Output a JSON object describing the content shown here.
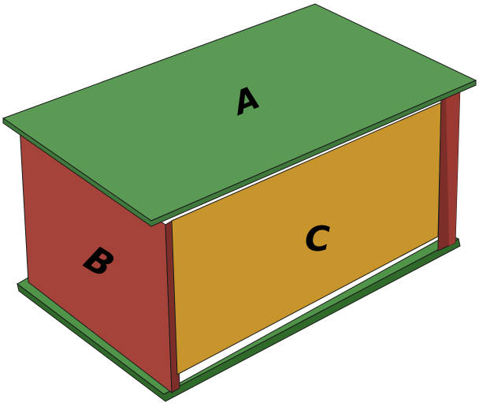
{
  "labels": {
    "top": "A",
    "side": "B",
    "front": "C"
  },
  "colors": {
    "top_panel": "#5a9a55",
    "top_panel_edge": "#3f7a3c",
    "bottom_panel": "#4f9448",
    "bottom_panel_edge": "#2f6a2b",
    "side_panel": "#a5433b",
    "side_panel_dark": "#7e2e29",
    "front_panel": "#c8952c",
    "front_panel_shade": "#b9871f",
    "outline": "#1a1a1a"
  }
}
